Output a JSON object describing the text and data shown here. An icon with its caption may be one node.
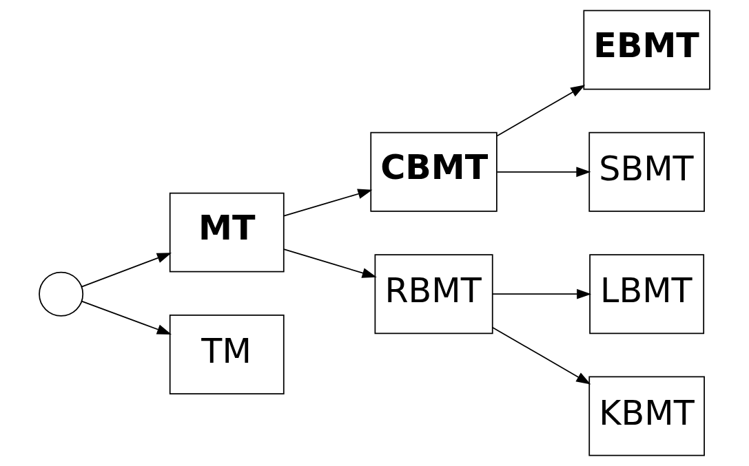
{
  "diagram": {
    "nodes": [
      {
        "text": [],
        "shape": "circle"
      },
      {
        "text": [
          "MT"
        ]
      },
      {
        "text": [
          "TM"
        ]
      },
      {
        "text": [
          "CBMT"
        ]
      },
      {
        "text": [
          "RBMT"
        ]
      },
      {
        "text": [
          "EBMT"
        ]
      },
      {
        "text": [
          "SBMT"
        ]
      },
      {
        "text": [
          "LBMT"
        ]
      },
      {
        "text": [
          "KBMT"
        ]
      }
    ],
    "edges": [
      {
        "from": 0,
        "to": 1,
        "arrow": "to"
      },
      {
        "from": 0,
        "to": 2,
        "arrow": "to"
      },
      {
        "from": 1,
        "to": 3,
        "arrow": "to"
      },
      {
        "from": 1,
        "to": 4,
        "arrow": "to"
      },
      {
        "from": 3,
        "to": 5,
        "arrow": "to"
      },
      {
        "from": 3,
        "to": 6,
        "arrow": "to"
      },
      {
        "from": 4,
        "to": 7,
        "arrow": "to"
      },
      {
        "from": 4,
        "to": 8,
        "arrow": "to"
      }
    ]
  }
}
